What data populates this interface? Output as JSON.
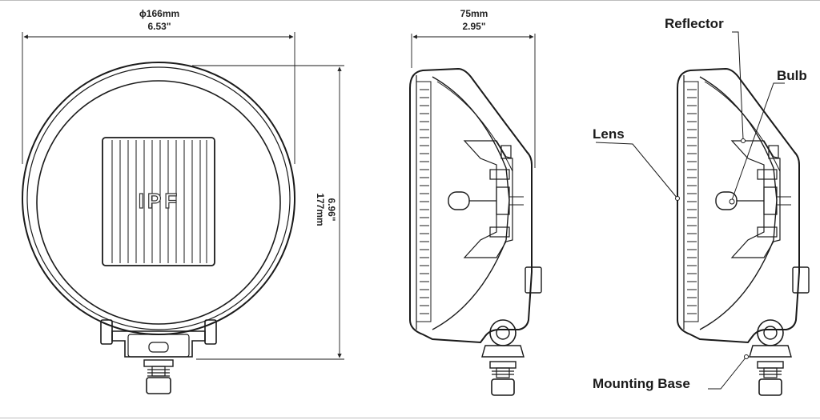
{
  "front_view": {
    "width_mm": "ϕ166mm",
    "width_in": "6.53\"",
    "height_mm": "177mm",
    "height_in": "6.96\"",
    "brand": "IPF"
  },
  "side_view": {
    "depth_mm": "75mm",
    "depth_in": "2.95\""
  },
  "callouts": {
    "reflector": "Reflector",
    "bulb": "Bulb",
    "lens": "Lens",
    "mounting_base": "Mounting Base"
  },
  "colors": {
    "line": "#1a1a1a",
    "frame": "#bdbdbd"
  }
}
